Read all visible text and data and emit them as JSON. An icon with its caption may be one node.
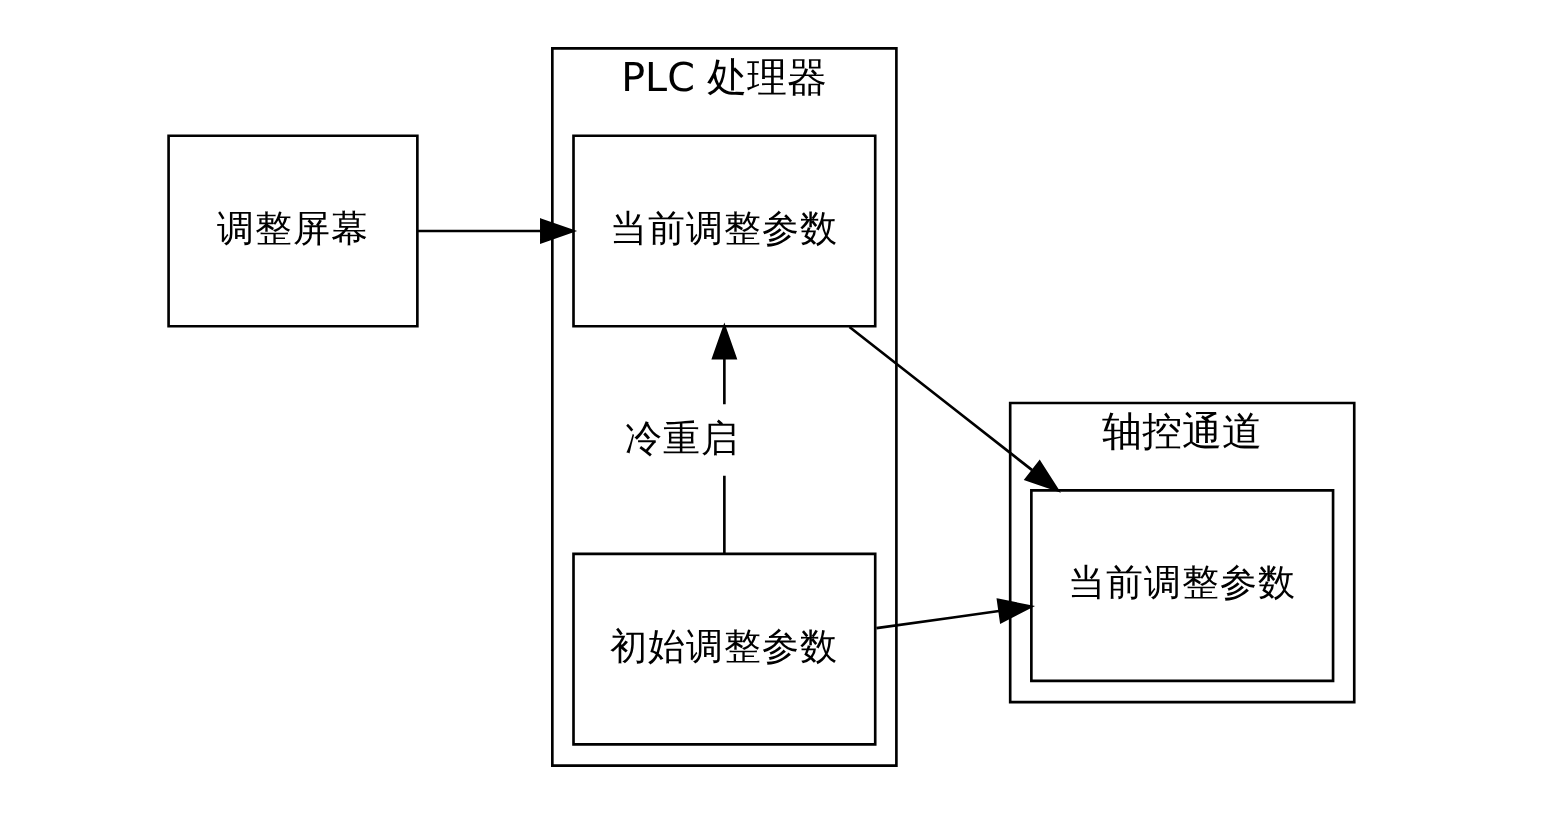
{
  "diagram": {
    "nodes": [
      {
        "text": [
          "调整屏幕"
        ]
      },
      {
        "text": [
          "PLC 处理器"
        ]
      },
      {
        "text": [
          "当前调整参数"
        ],
        "in": 1
      },
      {
        "text": [
          "初始调整参数"
        ],
        "in": 1
      },
      {
        "text": [
          "轴控通道"
        ]
      },
      {
        "text": [
          "当前调整参数"
        ],
        "in": 4
      }
    ],
    "edges": [
      {
        "from": 0,
        "to": 2,
        "arrow": "to"
      },
      {
        "from": 2,
        "to": 5,
        "arrow": "to"
      },
      {
        "from": 3,
        "to": 2,
        "arrow": "to",
        "label": "冷重启"
      },
      {
        "from": 3,
        "to": 5,
        "arrow": "to"
      }
    ]
  }
}
